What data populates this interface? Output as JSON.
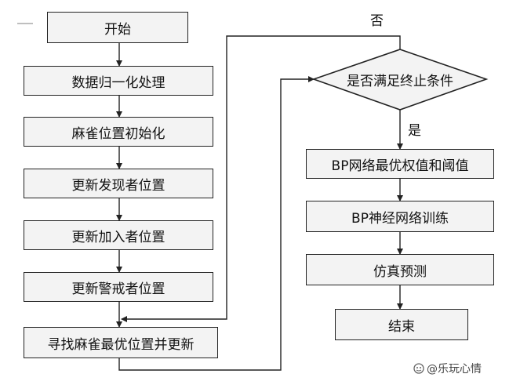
{
  "left_steps": [
    "开始",
    "数据归一化处理",
    "麻雀位置初始化",
    "更新发现者位置",
    "更新加入者位置",
    "更新警戒者位置",
    "寻找麻雀最优位置并更新"
  ],
  "decision": "是否满足终止条件",
  "decision_no": "否",
  "decision_yes": "是",
  "right_steps": [
    "BP网络最优权值和阈值",
    "BP神经网络训练",
    "仿真预测",
    "结束"
  ],
  "watermark": "@乐玩心情"
}
